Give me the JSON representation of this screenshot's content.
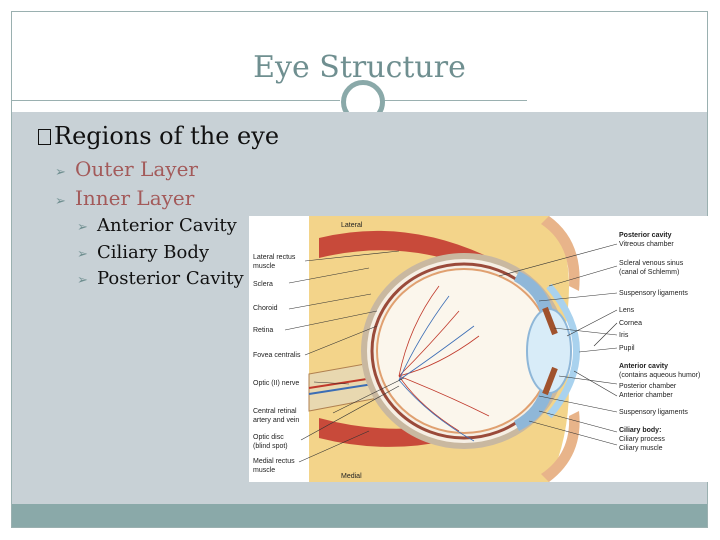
{
  "slide": {
    "title": "Eye Structure",
    "heading_bullet": "�",
    "heading": "Regions of the eye",
    "level1": [
      "Outer Layer",
      "Inner Layer"
    ],
    "level2": [
      "Anterior Cavity",
      "Ciliary Body",
      "Posterior Cavity"
    ],
    "bullet_glyph": "➢"
  },
  "diagram": {
    "left_labels": [
      "Lateral",
      "Lateral rectus",
      "muscle",
      "Sclera",
      "Choroid",
      "Retina",
      "Fovea centralis",
      "Optic (II) nerve",
      "Central retinal",
      "artery and vein",
      "Optic disc",
      "(blind spot)",
      "Medial rectus",
      "muscle",
      "Medial"
    ],
    "right_labels": [
      "Posterior cavity",
      "Vitreous chamber",
      "Scleral venous sinus",
      "(canal of Schlemm)",
      "Suspensory ligaments",
      "Lens",
      "Cornea",
      "Iris",
      "Pupil",
      "Anterior cavity",
      "(contains aqueous humor)",
      "Posterior chamber",
      "Anterior chamber",
      "Suspensory ligaments",
      "Ciliary body:",
      "Ciliary process",
      "Ciliary muscle"
    ]
  },
  "colors": {
    "title": "#6f8f90",
    "content_bg": "#c8d1d6",
    "bar": "#8aa9a9",
    "level1_text": "#a35a5a"
  }
}
